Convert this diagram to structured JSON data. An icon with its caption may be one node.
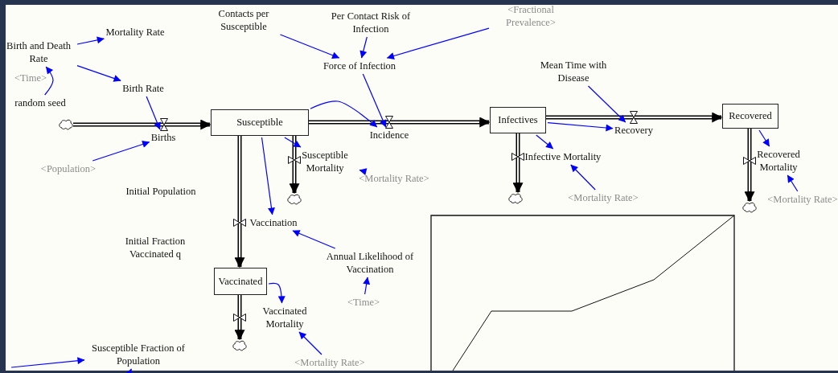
{
  "diagram": {
    "nodes": [
      {
        "text": [
          "Birth and Death Rate"
        ]
      },
      {
        "text": [
          "Mortality Rate"
        ]
      },
      {
        "text": [
          "<Time>"
        ]
      },
      {
        "text": [
          "random seed"
        ]
      },
      {
        "text": [
          "Birth Rate"
        ]
      },
      {
        "text": [
          "Contacts per Susceptible"
        ]
      },
      {
        "text": [
          "Per Contact Risk of Infection"
        ]
      },
      {
        "text": [
          "<Fractional Prevalence>"
        ]
      },
      {
        "text": [
          "Force of Infection"
        ]
      },
      {
        "text": [],
        "shape": "cloud"
      },
      {
        "text": [
          "Births"
        ]
      },
      {
        "text": [
          "Susceptible"
        ]
      },
      {
        "text": [
          "Incidence"
        ]
      },
      {
        "text": [
          "Infectives"
        ]
      },
      {
        "text": [
          "Mean Time with Disease"
        ]
      },
      {
        "text": [
          "Recovery"
        ]
      },
      {
        "text": [
          "Recovered"
        ]
      },
      {
        "text": [
          "<Population>"
        ]
      },
      {
        "text": [
          "Susceptible Mortality"
        ]
      },
      {
        "text": [
          "<Mortality Rate>"
        ]
      },
      {
        "text": [],
        "shape": "cloud"
      },
      {
        "text": [
          "Infective Mortality"
        ]
      },
      {
        "text": [],
        "shape": "cloud"
      },
      {
        "text": [
          "<Mortality Rate>"
        ]
      },
      {
        "text": [
          "Recovered Mortality"
        ]
      },
      {
        "text": [],
        "shape": "cloud"
      },
      {
        "text": [
          "<Mortality Rate>"
        ]
      },
      {
        "text": [
          "Vaccination"
        ]
      },
      {
        "text": [
          "Annual Likelihood of Vaccination"
        ]
      },
      {
        "text": [
          "Vaccinated"
        ]
      },
      {
        "text": [
          "<Time>"
        ]
      },
      {
        "text": [
          "Vaccinated Mortality"
        ]
      },
      {
        "text": [],
        "shape": "cloud"
      },
      {
        "text": [
          "<Mortality Rate>"
        ]
      },
      {
        "text": [
          "Susceptible Fraction of Population"
        ]
      }
    ],
    "edges": [
      {
        "from": 9,
        "to": 11,
        "arrow": "to",
        "style": "thick",
        "color": "#000000"
      },
      {
        "from": 11,
        "to": 13,
        "arrow": "to",
        "style": "thick",
        "color": "#000000"
      },
      {
        "from": 13,
        "to": 16,
        "arrow": "to",
        "style": "thick",
        "color": "#000000"
      },
      {
        "from": 11,
        "to": 20,
        "arrow": "to",
        "style": "thick",
        "color": "#000000"
      },
      {
        "from": 13,
        "to": 22,
        "arrow": "to",
        "style": "thick",
        "color": "#000000"
      },
      {
        "from": 16,
        "to": 25,
        "arrow": "to",
        "style": "thick",
        "color": "#000000"
      },
      {
        "from": 11,
        "to": 29,
        "arrow": "to",
        "style": "thick",
        "color": "#000000"
      },
      {
        "from": 29,
        "to": 32,
        "arrow": "to",
        "style": "thick",
        "color": "#000000"
      },
      {
        "from": 0,
        "to": 1,
        "arrow": "to"
      },
      {
        "from": 0,
        "to": 4,
        "arrow": "to"
      },
      {
        "from": 3,
        "to": 0,
        "arrow": "to"
      },
      {
        "from": 4,
        "to": 10,
        "arrow": "to"
      },
      {
        "from": 17,
        "to": 10,
        "arrow": "to"
      },
      {
        "from": 5,
        "to": 8,
        "arrow": "to"
      },
      {
        "from": 6,
        "to": 8,
        "arrow": "to"
      },
      {
        "from": 7,
        "to": 8,
        "arrow": "to"
      },
      {
        "from": 8,
        "to": 12,
        "arrow": "to"
      },
      {
        "from": 11,
        "to": 12,
        "arrow": "to"
      },
      {
        "from": 14,
        "to": 15,
        "arrow": "to"
      },
      {
        "from": 13,
        "to": 15,
        "arrow": "to"
      },
      {
        "from": 11,
        "to": 18,
        "arrow": "to"
      },
      {
        "from": 19,
        "to": 18,
        "arrow": "to"
      },
      {
        "from": 13,
        "to": 21,
        "arrow": "to"
      },
      {
        "from": 23,
        "to": 21,
        "arrow": "to"
      },
      {
        "from": 16,
        "to": 24,
        "arrow": "to"
      },
      {
        "from": 26,
        "to": 24,
        "arrow": "to"
      },
      {
        "from": 11,
        "to": 27,
        "arrow": "to"
      },
      {
        "from": 28,
        "to": 27,
        "arrow": "to"
      },
      {
        "from": 30,
        "to": 28,
        "arrow": "to"
      },
      {
        "from": 29,
        "to": 31,
        "arrow": "to"
      },
      {
        "from": 33,
        "to": 31,
        "arrow": "to"
      },
      {
        "from": null,
        "to": 34,
        "arrow": "to"
      },
      {
        "from": null,
        "to": 34,
        "arrow": "to"
      }
    ],
    "labels": [
      "Initial Population",
      "Initial Fraction Vaccinated q"
    ]
  }
}
